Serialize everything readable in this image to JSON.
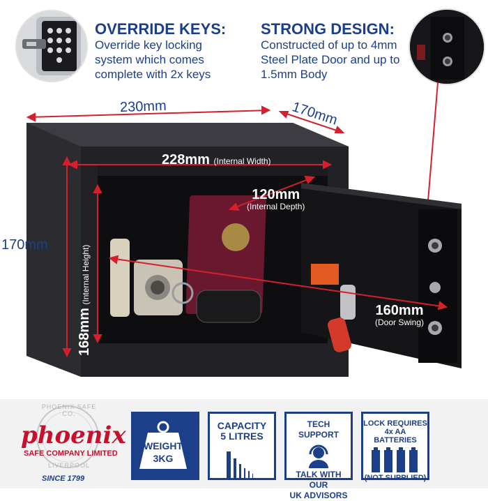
{
  "features": {
    "override": {
      "title": "OVERRIDE KEYS:",
      "lines": [
        "Override key locking",
        "system which comes",
        "complete with 2x keys"
      ]
    },
    "design": {
      "title": "STRONG DESIGN:",
      "lines": [
        "Constructed of up to 4mm",
        "Steel Plate Door and up to",
        "1.5mm Body"
      ]
    }
  },
  "dimensions": {
    "width": "230mm",
    "depth": "170mm",
    "height": "170mm",
    "internal_width_value": "228mm",
    "internal_width_note": "(Internal Width)",
    "internal_depth_value": "120mm",
    "internal_depth_note": "(Internal Depth)",
    "internal_height_value": "168mm",
    "internal_height_note": "(Internal Height)",
    "door_swing_value": "160mm",
    "door_swing_note": "(Door Swing)"
  },
  "brand": {
    "name": "phoenix",
    "company": "SAFE COMPANY LIMITED",
    "ring_top": "PHOENIX SAFE CO.",
    "ring_bottom": "LIVERPOOL",
    "since": "SINCE 1799"
  },
  "badges": {
    "weight": {
      "line1": "WEIGHT",
      "line2": "3KG"
    },
    "capacity": {
      "line1": "CAPACITY",
      "line2": "5 LITRES"
    },
    "support": {
      "line1": "TECH SUPPORT",
      "line2": "TALK WITH OUR",
      "line3": "UK ADVISORS"
    },
    "battery": {
      "line1": "LOCK REQUIRES",
      "line2": "4x AA BATTERIES",
      "line3": "(NOT SUPPLIED)"
    }
  },
  "colors": {
    "brand_blue": "#1c3f8a",
    "dimension_red": "#d4202c",
    "phoenix_red": "#c8102e"
  }
}
